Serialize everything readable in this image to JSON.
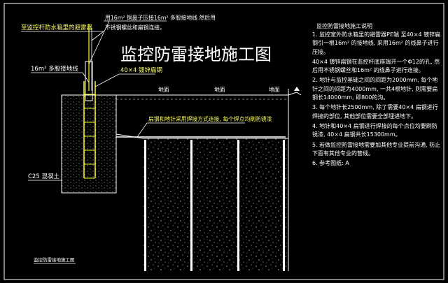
{
  "drawing": {
    "title": "监控防雷接地施工图",
    "bottom_caption": "监控防雷接地施工图",
    "labels": {
      "arrester": "至监控杆防水箱里的避雷器",
      "wire_16": "16m² 多股接地线",
      "steel_40x4": "40×4 镀锌扁钢",
      "concrete": "C25 混凝土",
      "crimp_1": "用16m² 铜鼻子压接16m² 多股接地线 然后用",
      "crimp_2": "不锈钢螺丝和扁钢连接。",
      "weld_note": "扁钢和地针采用焊接方式连接, 每个焊点均刷防锈漆",
      "ground_1": "地面",
      "ground_2": "地面",
      "ground_3": "地面"
    }
  },
  "notes": {
    "heading": "监控防雷接地施工说明",
    "items": [
      "1. 监控室外防水箱里的避雷器PE端 至40×4 镀锌扁钢引一根16m² 的接地线, 采用16m² 的线鼻子进行压接。",
      "40×4 镀锌扁钢在监控杆底座端开一个Φ12的孔, 然后用不锈钢螺丝和16m² 的线鼻子进行连接。",
      "2. 地针与监控基础之间的间距为2000mm, 每个地针之间的间距为4000mm, 一共4根地针, 则需要扁钢长14000mm, 即800的沟。",
      "3. 每个地针长2500mm, 除了需要40×4 扁钢进行焊接的部位, 其他部位需要全部埋进地下。",
      "4. 地针和40×4 扁钢进行焊接的每个点位均要刷防锈漆, 40×4 扁钢共长15300mm。",
      "5. 若做监控防雷接地需要加其他专业提前沟通, 防止下面有其他专业的管线。",
      "6. 参考图纸: A"
    ]
  }
}
